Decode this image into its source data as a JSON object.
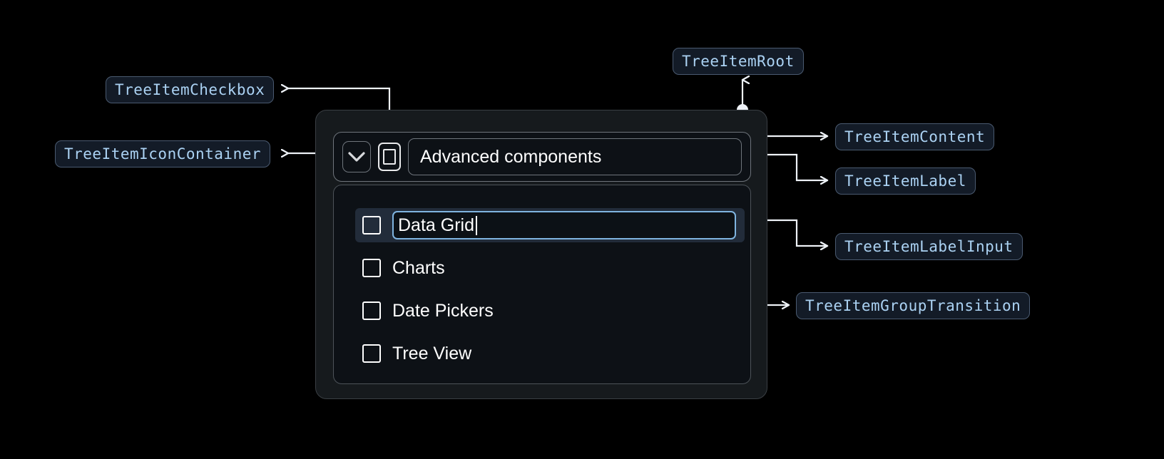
{
  "annotations": [
    {
      "key": "checkbox",
      "label": "TreeItemCheckbox"
    },
    {
      "key": "icon_container",
      "label": "TreeItemIconContainer"
    },
    {
      "key": "root",
      "label": "TreeItemRoot"
    },
    {
      "key": "content",
      "label": "TreeItemContent"
    },
    {
      "key": "label",
      "label": "TreeItemLabel"
    },
    {
      "key": "label_input",
      "label": "TreeItemLabelInput"
    },
    {
      "key": "group_transition",
      "label": "TreeItemGroupTransition"
    }
  ],
  "tree": {
    "root_label": "Advanced components",
    "root_icon": "chevron-down-icon",
    "children": [
      {
        "label": "Data Grid",
        "editing": true,
        "selected": true
      },
      {
        "label": "Charts",
        "editing": false,
        "selected": false
      },
      {
        "label": "Date Pickers",
        "editing": false,
        "selected": false
      },
      {
        "label": "Tree View",
        "editing": false,
        "selected": false
      }
    ]
  },
  "colors": {
    "background": "#000000",
    "chip_text": "#abd2f3",
    "chip_fill": "#131b27",
    "chip_border": "#4a5a70",
    "wire": "#eef2f7",
    "input_border": "#7fb4e0",
    "selected_row": "#222c3a"
  }
}
